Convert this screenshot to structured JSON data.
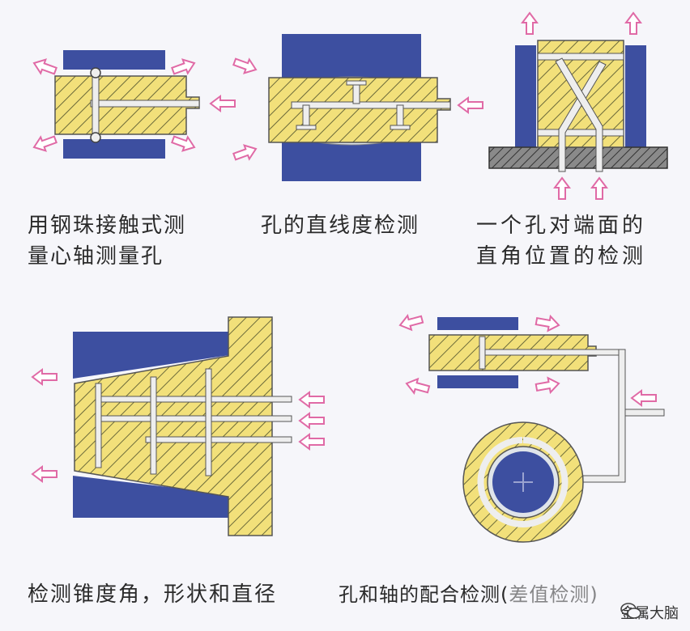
{
  "captions": {
    "panel1_line1": "用钢珠接触式测",
    "panel1_line2": "量心轴测量孔",
    "panel2": "孔的直线度检测",
    "panel3_line1": "一个孔对端面的",
    "panel3_line2": "直角位置的检测",
    "panel4": "检测锥度角，形状和直径",
    "panel5": "孔和轴的配合检测(",
    "panel5_partial": "差值检测)"
  },
  "watermark": "金属大脑",
  "colors": {
    "blue": "#3d4fa0",
    "yellow": "#f2e07a",
    "arrow": "#e06aa6",
    "hatch": "#6b6a3a"
  }
}
